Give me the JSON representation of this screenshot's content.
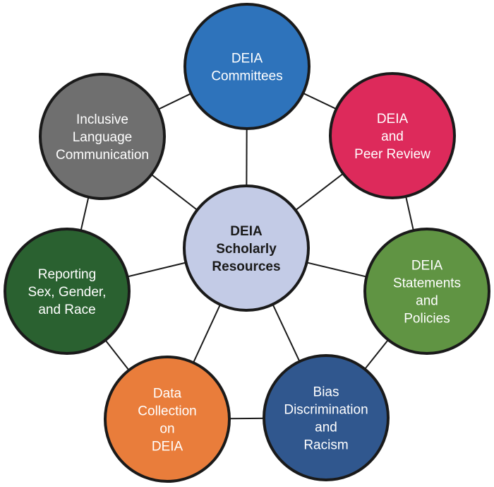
{
  "center": {
    "lines": [
      "DEIA",
      "Scholarly",
      "Resources"
    ],
    "fill": "#c3cbe6",
    "text_color": "#1a1a1a"
  },
  "nodes": [
    {
      "id": "committees",
      "lines": [
        "DEIA",
        "Committees"
      ],
      "fill": "#2e73bb"
    },
    {
      "id": "peer-review",
      "lines": [
        "DEIA",
        "and",
        "Peer Review"
      ],
      "fill": "#dd2a5b"
    },
    {
      "id": "statements-policies",
      "lines": [
        "DEIA",
        "Statements",
        "and",
        "Policies"
      ],
      "fill": "#609443"
    },
    {
      "id": "bias-discrimination-racism",
      "lines": [
        "Bias",
        "Discrimination",
        "and",
        "Racism"
      ],
      "fill": "#30578e"
    },
    {
      "id": "data-collection",
      "lines": [
        "Data",
        "Collection",
        "on",
        "DEIA"
      ],
      "fill": "#e97d3b"
    },
    {
      "id": "reporting-sex-gender-race",
      "lines": [
        "Reporting",
        "Sex, Gender,",
        "and Race"
      ],
      "fill": "#2a6130"
    },
    {
      "id": "inclusive-language",
      "lines": [
        "Inclusive",
        "Language",
        "Communication"
      ],
      "fill": "#6f6f6f"
    }
  ],
  "node_text_color": "#ffffff",
  "line_color": "#1a1a1a"
}
